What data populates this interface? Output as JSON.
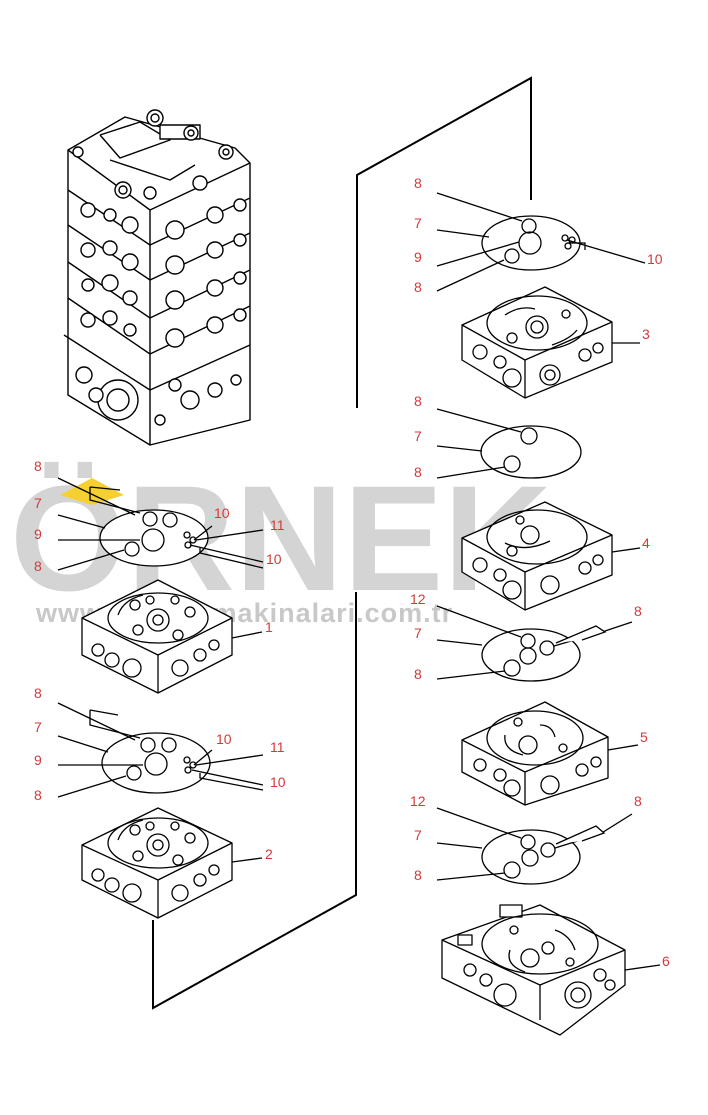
{
  "watermark": {
    "brand": "ÖRNEK",
    "url": "www.ornekismakinalari.com.tr",
    "accent_color": "#f5d030"
  },
  "colors": {
    "line": "#000000",
    "label": "#d23a3a",
    "watermark": "#d4d4d4"
  },
  "callouts": {
    "g1": {
      "a": "8",
      "b": "7",
      "c": "9",
      "d": "8",
      "e": "10"
    },
    "part3": "3",
    "g2": {
      "a": "8",
      "b": "7",
      "c": "8"
    },
    "part4": "4",
    "g3": {
      "a": "12",
      "b": "7",
      "c": "8",
      "d": "8"
    },
    "part5": "5",
    "g4": {
      "a": "12",
      "b": "7",
      "c": "8",
      "d": "8"
    },
    "part6": "6",
    "g5": {
      "a": "8",
      "b": "7",
      "c": "9",
      "d": "8",
      "e": "10",
      "f": "11",
      "g": "10"
    },
    "part1": "1",
    "g6": {
      "a": "8",
      "b": "7",
      "c": "9",
      "d": "8",
      "e": "10",
      "f": "11",
      "g": "10"
    },
    "part2": "2"
  }
}
